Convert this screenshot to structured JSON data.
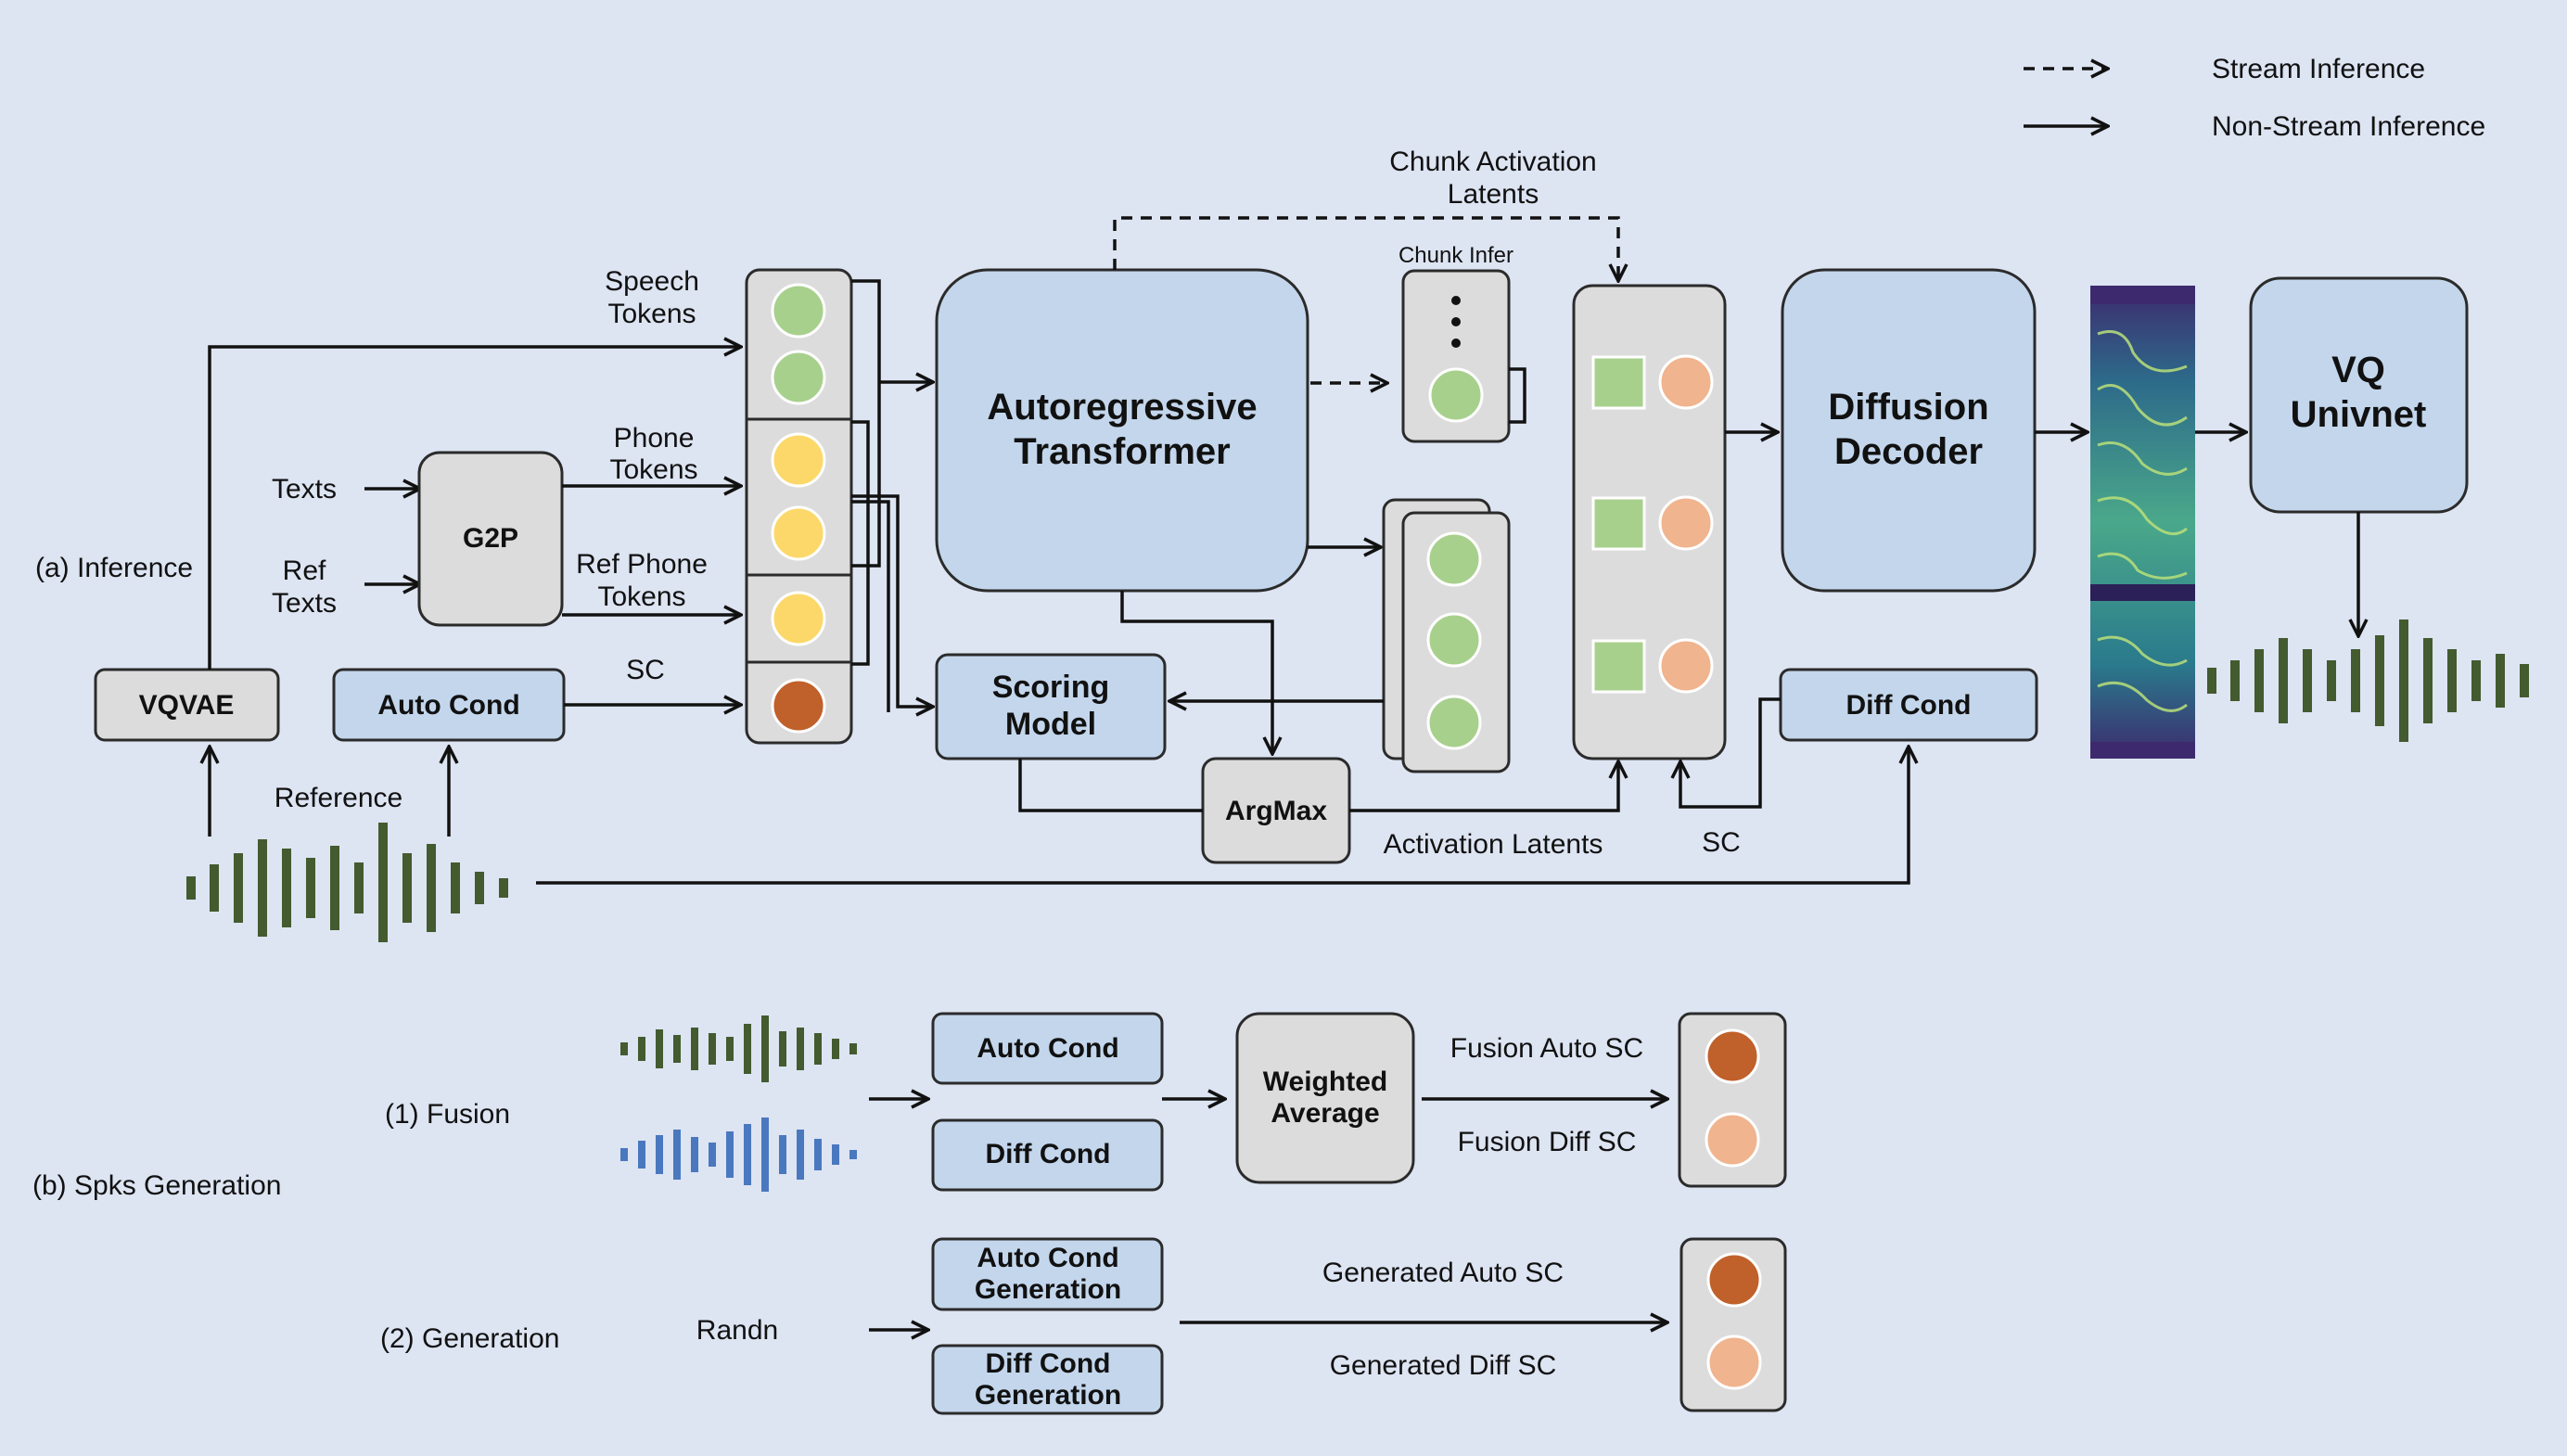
{
  "colors": {
    "background": "#dde4f2",
    "gray_box": "#dcdcdc",
    "blue_box": "#c3d6ec",
    "speech_token": "#a8d08d",
    "phone_token": "#fcd86a",
    "sc_dark": "#c0602a",
    "sc_light": "#f0b48e",
    "waveform_green": "#435b2f",
    "waveform_blue": "#4a78bf"
  },
  "legend": {
    "stream": "Stream Inference",
    "non_stream": "Non-Stream Inference"
  },
  "inference": {
    "section_label": "(a) Inference",
    "vqvae": "VQVAE",
    "auto_cond": "Auto Cond",
    "reference": "Reference",
    "texts": "Texts",
    "ref_texts": [
      "Ref",
      "Texts"
    ],
    "g2p": "G2P",
    "speech_tokens": [
      "Speech",
      "Tokens"
    ],
    "phone_tokens": [
      "Phone",
      "Tokens"
    ],
    "ref_phone_tokens": [
      "Ref Phone",
      "Tokens"
    ],
    "sc": "SC",
    "ar_transformer": [
      "Autoregressive",
      "Transformer"
    ],
    "chunk_infer": "Chunk Infer",
    "chunk_activation_latents": [
      "Chunk Activation",
      "Latents"
    ],
    "scoring_model": [
      "Scoring",
      "Model"
    ],
    "argmax": "ArgMax",
    "activation_latents": "Activation Latents",
    "sc2": "SC",
    "diffusion_decoder": [
      "Diffusion",
      "Decoder"
    ],
    "diff_cond": "Diff Cond",
    "vq_univnet": [
      "VQ",
      "Univnet"
    ]
  },
  "spks": {
    "section_label": "(b) Spks Generation",
    "fusion_label": "(1) Fusion",
    "generation_label": "(2) Generation",
    "auto_cond": "Auto Cond",
    "diff_cond": "Diff Cond",
    "weighted_average": [
      "Weighted",
      "Average"
    ],
    "fusion_auto_sc": "Fusion Auto SC",
    "fusion_diff_sc": "Fusion Diff  SC",
    "randn": "Randn",
    "auto_cond_generation": [
      "Auto Cond",
      "Generation"
    ],
    "diff_cond_generation": [
      "Diff Cond",
      "Generation"
    ],
    "generated_auto_sc": "Generated Auto SC",
    "generated_diff_sc": "Generated Diff  SC"
  }
}
